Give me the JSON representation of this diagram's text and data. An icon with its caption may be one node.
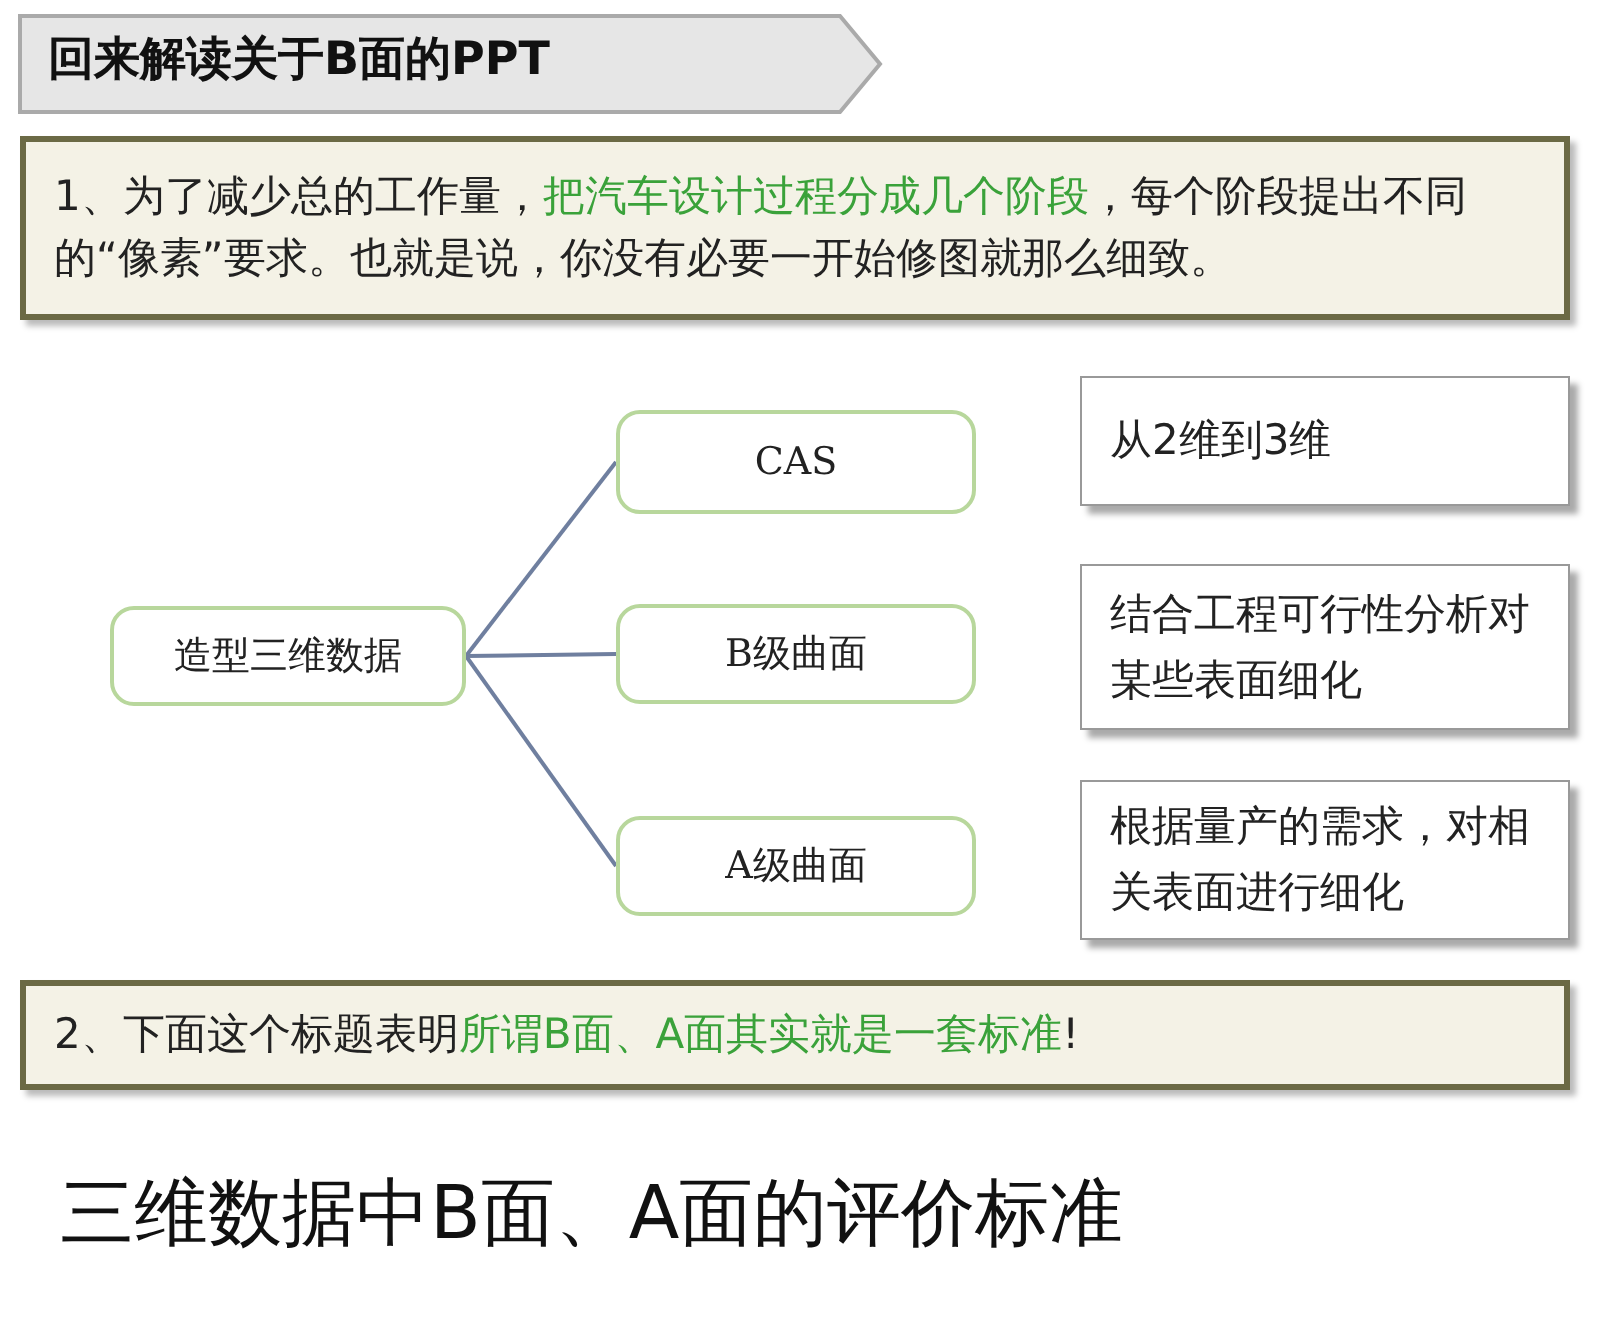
{
  "diagram": {
    "title": "回来解读关于B面的PPT",
    "nodes": [
      {
        "text": [
          "1、为了减少总的工作量，**把汽车设计过程分成几个阶段**，每个阶段提出不同的“像素”要求。也就是说，你没有必要一开始修图就那么细致。"
        ]
      },
      {
        "text": [
          "造型三维数据"
        ]
      },
      {
        "text": [
          "CAS"
        ]
      },
      {
        "text": [
          "B级曲面"
        ]
      },
      {
        "text": [
          "A级曲面"
        ]
      },
      {
        "text": [
          "从2维到3维"
        ]
      },
      {
        "text": [
          "结合工程可行性分析对某些表面细化"
        ]
      },
      {
        "text": [
          "根据量产的需求，对相关表面进行细化"
        ]
      },
      {
        "text": [
          "2、下面这个标题表明**所谓B面、A面其实就是一套标准**!"
        ]
      }
    ],
    "edges": [
      {
        "from": 1,
        "to": 2,
        "arrow": "none"
      },
      {
        "from": 1,
        "to": 3,
        "arrow": "none"
      },
      {
        "from": 1,
        "to": 4,
        "arrow": "none"
      }
    ],
    "labels": [
      "三维数据中B面、A面的评价标准"
    ]
  }
}
